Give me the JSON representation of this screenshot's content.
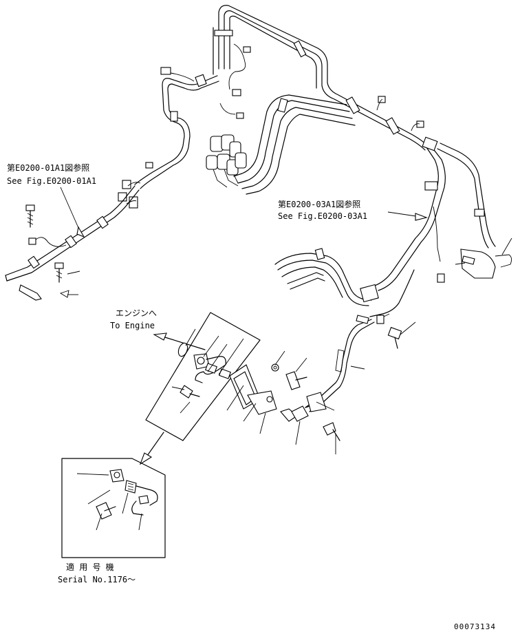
{
  "references": {
    "left_jp": "第E0200-01A1図参照",
    "left_en": "See Fig.E0200-01A1",
    "right_jp": "第E0200-03A1図参照",
    "right_en": "See Fig.E0200-03A1"
  },
  "engine": {
    "jp": "エンジンへ",
    "en": "To Engine"
  },
  "applicability": {
    "jp": "適 用 号 機",
    "en": "Serial No.1176～"
  },
  "drawing_number": "00073134"
}
